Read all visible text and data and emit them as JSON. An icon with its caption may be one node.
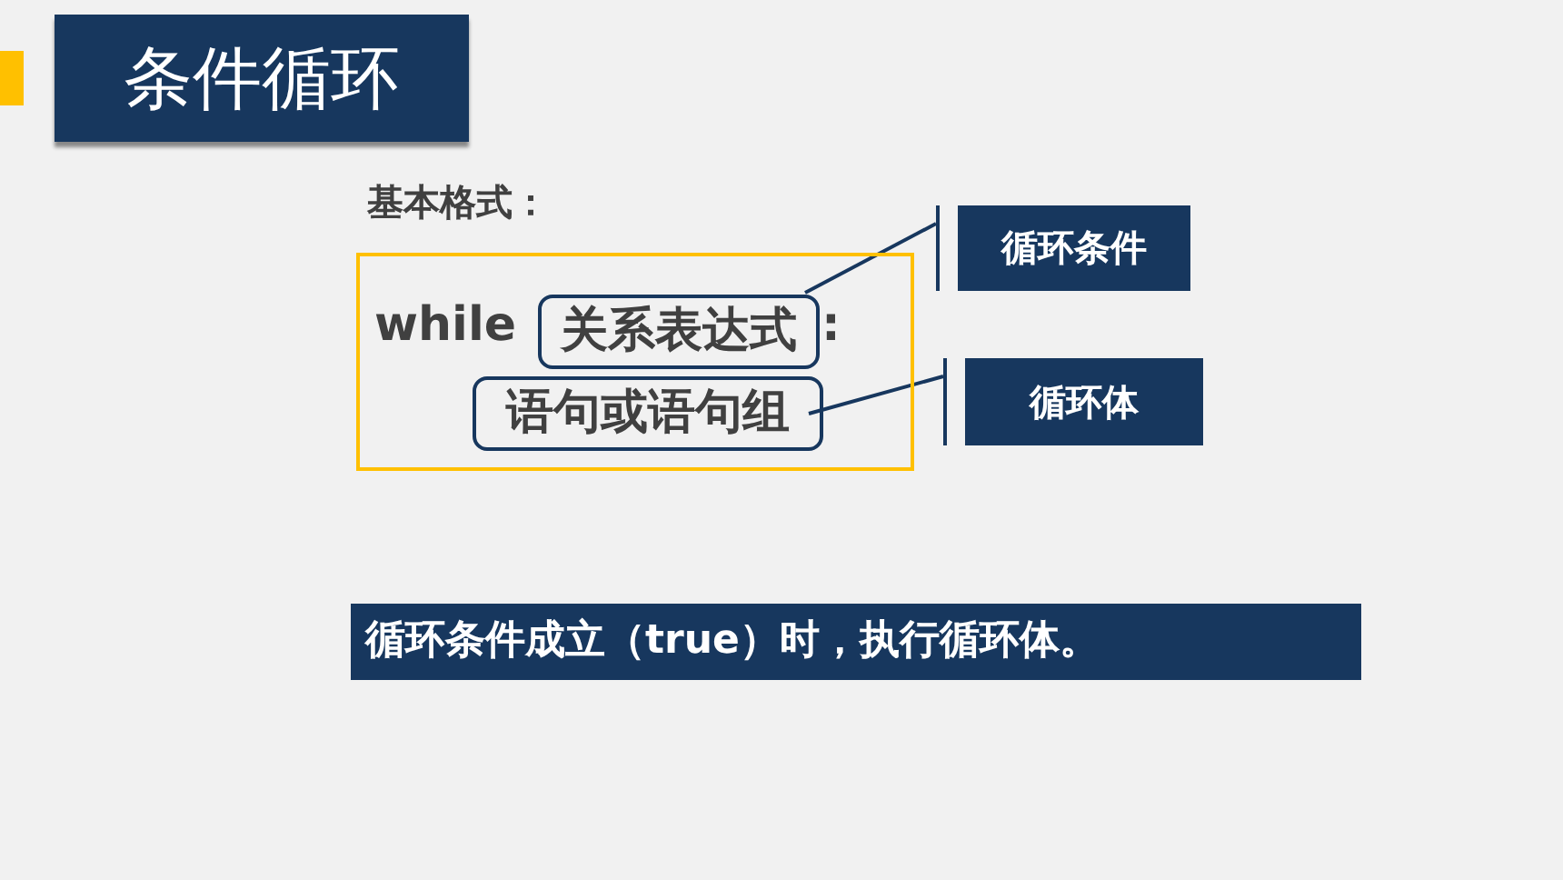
{
  "diagram": {
    "title": "条件循环",
    "nodes": [
      {
        "text": [
          "while",
          ":"
        ]
      },
      {
        "text": [
          "关系表达式"
        ],
        "in": 0
      },
      {
        "text": [
          "语句或语句组"
        ],
        "in": 0
      },
      {
        "text": [
          "循环条件"
        ]
      },
      {
        "text": [
          "循环体"
        ]
      },
      {
        "text": [
          "循环条件成立（true）时，执行循环体。"
        ]
      }
    ],
    "edges": [
      {
        "from": 1,
        "to": 3,
        "arrow": "none"
      },
      {
        "from": 2,
        "to": 4,
        "arrow": "none"
      }
    ],
    "labels": [
      "基本格式："
    ]
  }
}
